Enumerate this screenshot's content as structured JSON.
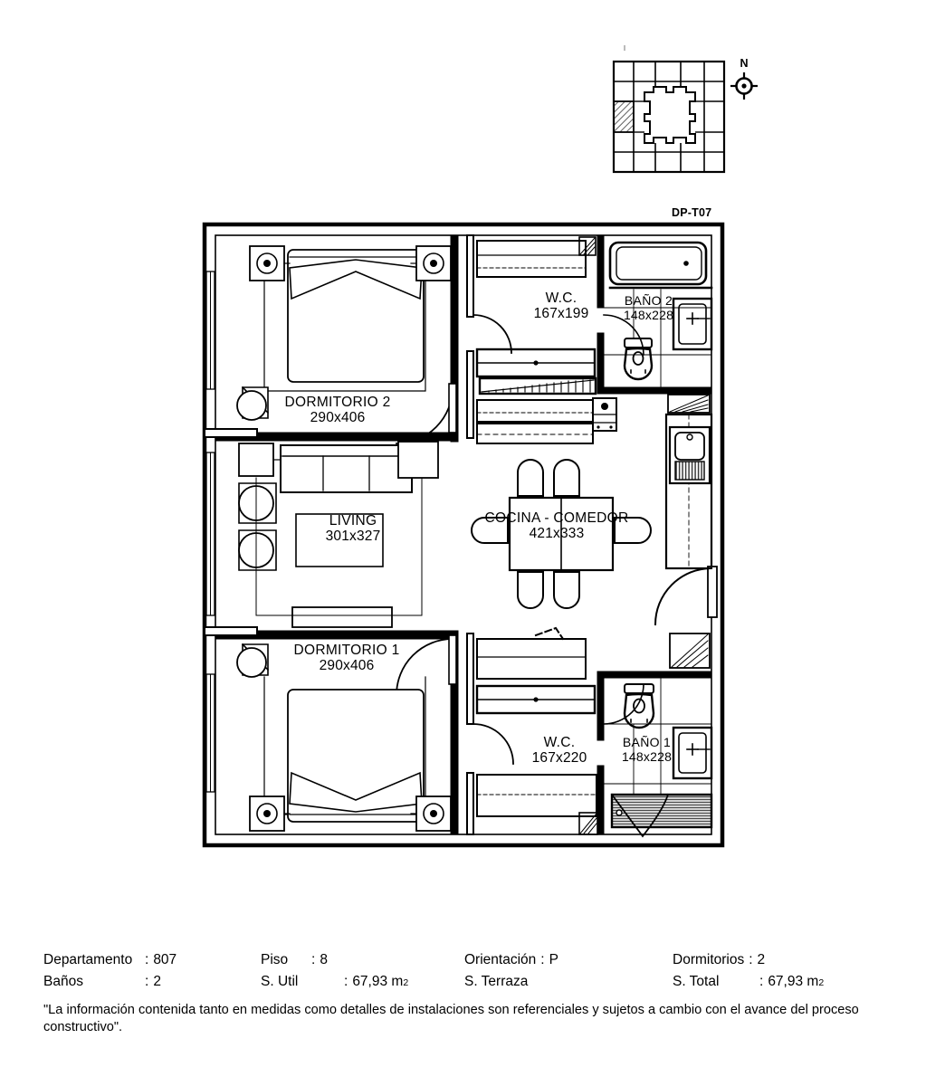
{
  "sheet": {
    "code": "DP-T07",
    "north_letter": "N"
  },
  "rooms": [
    {
      "id": "dormitorio2",
      "name": "DORMITORIO 2",
      "dimensions": "290x406"
    },
    {
      "id": "dormitorio1",
      "name": "DORMITORIO 1",
      "dimensions": "290x406"
    },
    {
      "id": "living",
      "name": "LIVING",
      "dimensions": "301x327"
    },
    {
      "id": "cocina",
      "name": "COCINA - COMEDOR",
      "dimensions": "421x333"
    },
    {
      "id": "wc2",
      "name": "W.C.",
      "dimensions": "167x199"
    },
    {
      "id": "wc1",
      "name": "W.C.",
      "dimensions": "167x220"
    },
    {
      "id": "bano2",
      "name": "BAÑO 2",
      "dimensions": "148x228"
    },
    {
      "id": "bano1",
      "name": "BAÑO 1",
      "dimensions": "148x228"
    }
  ],
  "footer": {
    "fields": [
      {
        "key": "Departamento",
        "sep": ":",
        "value": "807"
      },
      {
        "key": "Piso",
        "sep": ":",
        "value": "8"
      },
      {
        "key": "Orientación",
        "sep": ":",
        "value": "P"
      },
      {
        "key": "Dormitorios",
        "sep": ":",
        "value": "2"
      },
      {
        "key": "Baños",
        "sep": ":",
        "value": "2"
      },
      {
        "key": "S. Util",
        "sep": ":",
        "value": "67,93 m",
        "sup": "2"
      },
      {
        "key": "S. Terraza",
        "sep": "",
        "value": ""
      },
      {
        "key": "S. Total",
        "sep": ":",
        "value": "67,93 m",
        "sup": "2"
      }
    ],
    "disclaimer": "\"La información contenida tanto en medidas como detalles de instalaciones son referenciales y sujetos a cambio con el avance del proceso constructivo\"."
  },
  "colors": {
    "line": "#000000",
    "paper": "#ffffff",
    "hatch": "#6e6e6e"
  }
}
